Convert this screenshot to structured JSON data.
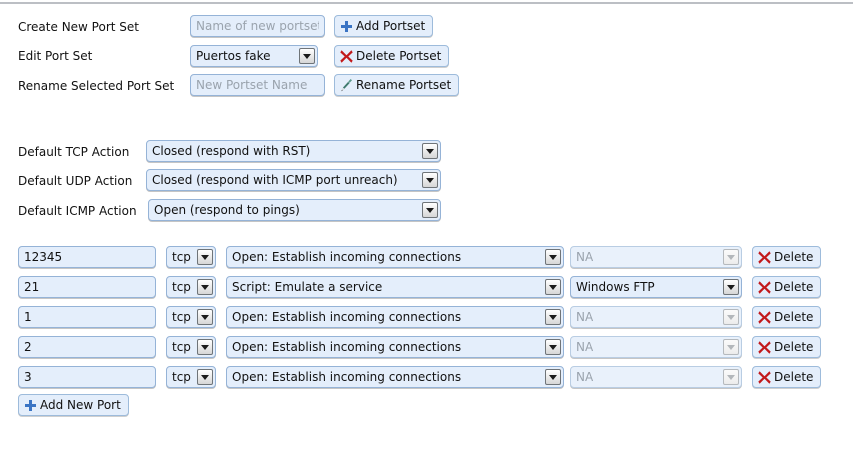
{
  "portset_panel": {
    "rows": [
      {
        "label": "Create New Port Set",
        "field_placeholder": "Name of new portset",
        "button_label": "Add Portset",
        "button_icon": "plus-icon"
      },
      {
        "label": "Edit Port Set",
        "select_value": "Puertos fake",
        "button_label": "Delete Portset",
        "button_icon": "red-x-icon"
      },
      {
        "label": "Rename Selected Port Set",
        "field_placeholder": "New Portset Name",
        "button_label": "Rename Portset",
        "button_icon": "pencil-icon"
      }
    ]
  },
  "default_actions": {
    "tcp": {
      "label": "Default TCP Action",
      "value": "Closed (respond with RST)"
    },
    "udp": {
      "label": "Default UDP Action",
      "value": "Closed (respond with ICMP port unreach)"
    },
    "icmp": {
      "label": "Default ICMP Action",
      "value": "Open (respond to pings)"
    }
  },
  "port_table": {
    "rows": [
      {
        "port": "12345",
        "protocol": "tcp",
        "action": "Open: Establish incoming connections",
        "script": "NA",
        "script_disabled": true,
        "delete_label": "Delete"
      },
      {
        "port": "21",
        "protocol": "tcp",
        "action": "Script: Emulate a service",
        "script": "Windows FTP",
        "script_disabled": false,
        "delete_label": "Delete"
      },
      {
        "port": "1",
        "protocol": "tcp",
        "action": "Open: Establish incoming connections",
        "script": "NA",
        "script_disabled": true,
        "delete_label": "Delete"
      },
      {
        "port": "2",
        "protocol": "tcp",
        "action": "Open: Establish incoming connections",
        "script": "NA",
        "script_disabled": true,
        "delete_label": "Delete"
      },
      {
        "port": "3",
        "protocol": "tcp",
        "action": "Open: Establish incoming connections",
        "script": "NA",
        "script_disabled": true,
        "delete_label": "Delete"
      }
    ],
    "add_button_label": "Add New Port",
    "add_button_icon": "plus-icon"
  },
  "colors": {
    "field_bg": "#e4eefb",
    "field_border": "#95b3d7",
    "placeholder_text": "#9aa3ad",
    "plus_icon": "#3a74c4",
    "delete_icon": "#c2191b",
    "pencil_icon": "#3f7a6e",
    "top_rule": "#bcbfc4"
  }
}
